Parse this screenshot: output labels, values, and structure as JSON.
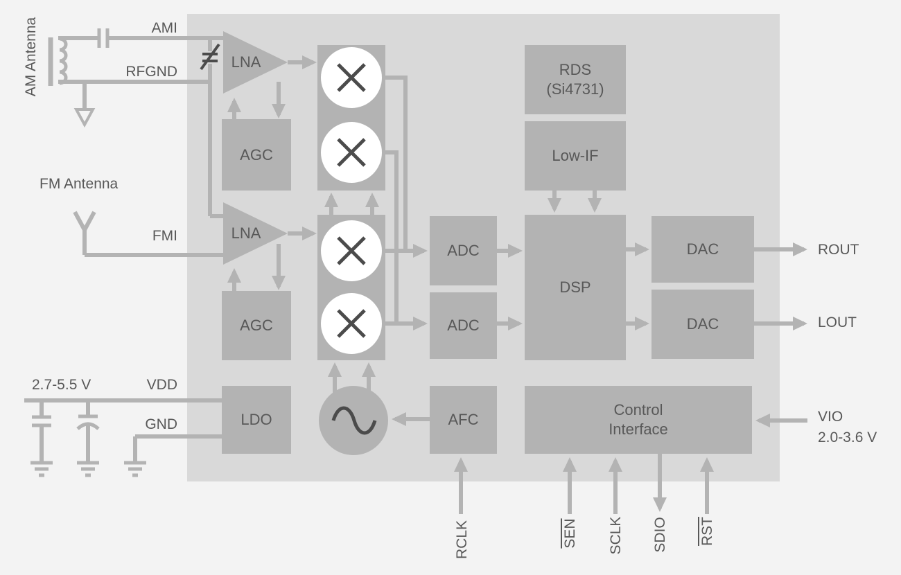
{
  "blocks": {
    "lna": "LNA",
    "agc": "AGC",
    "adc": "ADC",
    "dac": "DAC",
    "rds_line1": "RDS",
    "rds_line2": "(Si4731)",
    "lowif": "Low-IF",
    "dsp": "DSP",
    "ldo": "LDO",
    "afc": "AFC",
    "control_line1": "Control",
    "control_line2": "Interface"
  },
  "pins": {
    "ami": "AMI",
    "rfgnd": "RFGND",
    "fmi": "FMI",
    "vdd": "VDD",
    "gnd": "GND",
    "rout": "ROUT",
    "lout": "LOUT",
    "vio": "VIO",
    "vio_range": "2.0-3.6 V",
    "rclk": "RCLK",
    "sen": "SEN",
    "sclk": "SCLK",
    "sdio": "SDIO",
    "rst": "RST"
  },
  "labels": {
    "am_antenna": "AM Antenna",
    "fm_antenna": "FM Antenna",
    "supply_range": "2.7-5.5 V"
  },
  "colors": {
    "background": "#f3f3f3",
    "chip": "#d9d9d9",
    "block": "#b3b3b3",
    "line": "#b3b3b3",
    "text": "#585858",
    "symbol": "#4b4b4b",
    "mixer_circle": "#ffffff"
  }
}
